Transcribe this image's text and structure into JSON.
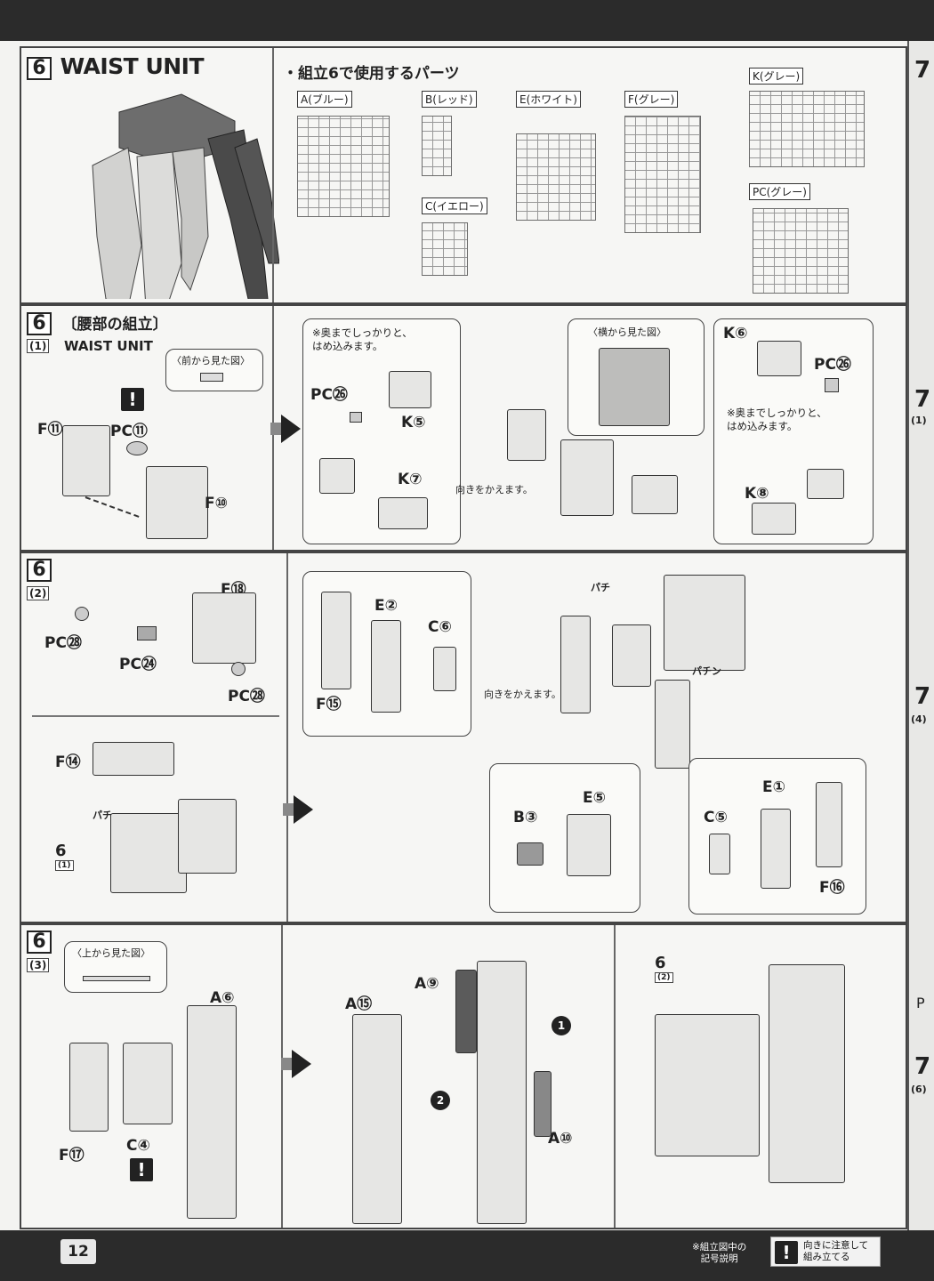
{
  "page_number": "12",
  "header": {
    "step_number": "6",
    "title": "WAIST UNIT",
    "parts_heading": "・組立6で使用するパーツ"
  },
  "runners": [
    {
      "id": "A",
      "label": "A(ブルー)"
    },
    {
      "id": "B",
      "label": "B(レッド)"
    },
    {
      "id": "C",
      "label": "C(イエロー)"
    },
    {
      "id": "E",
      "label": "E(ホワイト)"
    },
    {
      "id": "F",
      "label": "F(グレー)"
    },
    {
      "id": "K",
      "label": "K(グレー)"
    },
    {
      "id": "PC",
      "label": "PC(グレー)"
    }
  ],
  "step1": {
    "num": "6",
    "sub": "(1)",
    "title_jp": "〔腰部の組立〕",
    "title_en": "WAIST UNIT",
    "front_view": "〈前から見た図〉",
    "side_view": "〈横から見た図〉",
    "note_insert1": "※奥までしっかりと、\nはめ込みます。",
    "note_insert2": "※奥までしっかりと、\nはめ込みます。",
    "turn_note": "向きをかえます。",
    "parts": [
      "F⑪",
      "PC⑪",
      "F⑩",
      "PC㉖",
      "K⑤",
      "K⑦",
      "K⑥",
      "PC㉖",
      "K⑧"
    ]
  },
  "step2": {
    "num": "6",
    "sub": "(2)",
    "turn_note": "向きをかえます。",
    "snap1": "パチ",
    "snap2": "パチン",
    "snap3": "パチ",
    "ref_num": "6",
    "ref_sub": "(1)",
    "parts": [
      "F⑱",
      "PC㉘",
      "PC㉔",
      "PC㉘",
      "F⑭",
      "E②",
      "C⑥",
      "F⑮",
      "B③",
      "E⑤",
      "E①",
      "C⑤",
      "F⑯"
    ]
  },
  "step3": {
    "num": "6",
    "sub": "(3)",
    "top_view": "〈上から見た図〉",
    "ref_num": "6",
    "ref_sub": "(2)",
    "parts": [
      "A⑥",
      "F⑰",
      "C④",
      "A⑮",
      "A⑨",
      "A⑩"
    ],
    "order1": "1",
    "order2": "2"
  },
  "footer": {
    "legend_title": "※組立図中の\n記号説明",
    "legend_desc": "向きに注意して\n組み立てる"
  },
  "right_edge": {
    "step_digit": "7",
    "subs": [
      "(1)",
      "(4)",
      "(6)"
    ],
    "letters": "P"
  }
}
